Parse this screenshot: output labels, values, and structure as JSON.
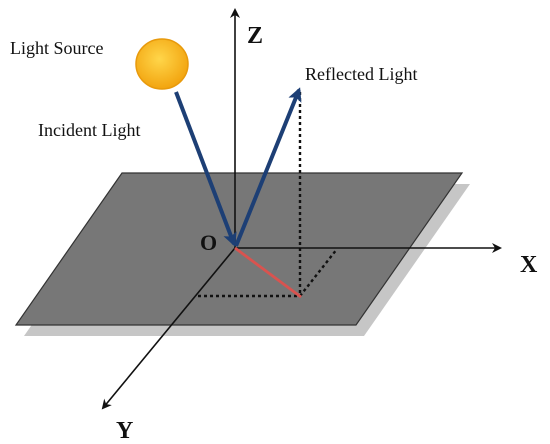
{
  "labels": {
    "light_source": "Light Source",
    "incident_light": "Incident Light",
    "reflected_light": "Reflected Light",
    "origin": "O",
    "axis_x": "X",
    "axis_y": "Y",
    "axis_z": "Z"
  },
  "colors": {
    "plane": "#777777",
    "plane_shadow": "#c6c6c6",
    "light_vectors": "#1d3f75",
    "projection": "#d9534f",
    "sun_fill": "#f6b21a",
    "sun_edge": "#e89a0c"
  }
}
